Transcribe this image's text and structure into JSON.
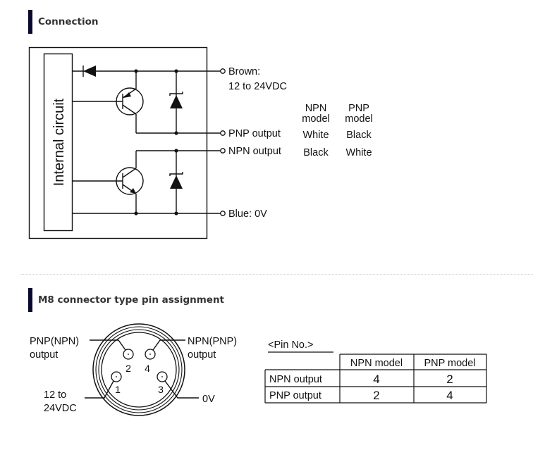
{
  "sections": {
    "connection": {
      "title": "Connection",
      "internal_circuit_label": "Internal circuit",
      "terminals": {
        "brown_label": "Brown:",
        "brown_voltage": "12 to 24VDC",
        "pnp_output": "PNP output",
        "npn_output": "NPN output",
        "blue": "Blue: 0V"
      },
      "wire_color_table": {
        "headers": [
          {
            "line1": "NPN",
            "line2": "model"
          },
          {
            "line1": "PNP",
            "line2": "model"
          }
        ],
        "rows": [
          {
            "output": "PNP output",
            "values": [
              "White",
              "Black"
            ]
          },
          {
            "output": "NPN output",
            "values": [
              "Black",
              "White"
            ]
          }
        ]
      }
    },
    "m8": {
      "title": "M8 connector type pin assignment",
      "connector_labels": {
        "top_left_line1": "PNP(NPN)",
        "top_left_line2": "output",
        "top_right_line1": "NPN(PNP)",
        "top_right_line2": "output",
        "bottom_left_line1": "12 to",
        "bottom_left_line2": "24VDC",
        "bottom_right": "0V"
      },
      "pins": [
        "1",
        "2",
        "3",
        "4"
      ],
      "pin_table": {
        "caption": "<Pin No.>",
        "headers": [
          "",
          "NPN model",
          "PNP model"
        ],
        "rows": [
          {
            "label": "NPN output",
            "npn": "4",
            "pnp": "2"
          },
          {
            "label": "PNP output",
            "npn": "2",
            "pnp": "4"
          }
        ]
      }
    }
  }
}
